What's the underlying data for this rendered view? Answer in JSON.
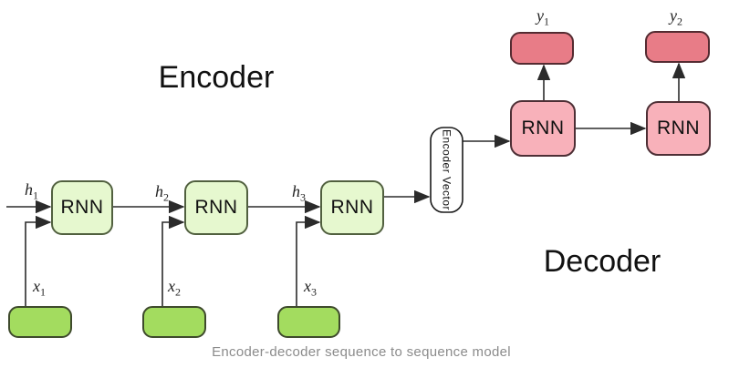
{
  "titles": {
    "encoder": "Encoder",
    "decoder": "Decoder"
  },
  "caption": "Encoder-decoder sequence to sequence model",
  "encoder": {
    "cell_label": "RNN",
    "hidden_states": [
      {
        "base": "h",
        "sub": "1"
      },
      {
        "base": "h",
        "sub": "2"
      },
      {
        "base": "h",
        "sub": "3"
      }
    ],
    "inputs": [
      {
        "base": "x",
        "sub": "1"
      },
      {
        "base": "x",
        "sub": "2"
      },
      {
        "base": "x",
        "sub": "3"
      }
    ]
  },
  "encoder_vector": {
    "label": "Encoder Vector"
  },
  "decoder": {
    "cell_label": "RNN",
    "outputs": [
      {
        "base": "y",
        "sub": "1"
      },
      {
        "base": "y",
        "sub": "2"
      }
    ]
  },
  "colors": {
    "encoder_cell_fill": "#e6f8cf",
    "encoder_cell_border": "#51603f",
    "input_fill": "#a3dc5f",
    "input_border": "#3e4a2c",
    "decoder_cell_fill": "#f8b1ba",
    "decoder_cell_border": "#4d2f35",
    "output_fill": "#e87c87",
    "output_border": "#542b31",
    "vector_fill": "#ffffff",
    "vector_border": "#1a1a1a",
    "arrow": "#2b2b2b",
    "caption_text": "#8b8b8b"
  }
}
